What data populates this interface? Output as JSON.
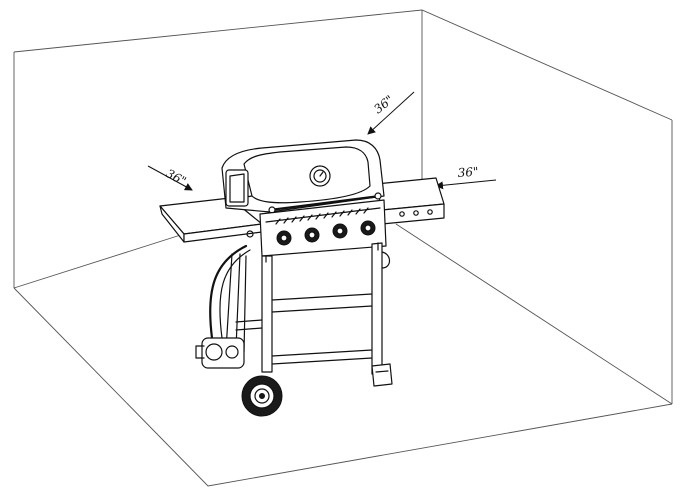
{
  "diagram": {
    "clearance_labels": {
      "left": "36\"",
      "back": "36\"",
      "right": "36\""
    },
    "colors": {
      "line": "#111111",
      "room": "#555555",
      "background": "#ffffff"
    }
  }
}
